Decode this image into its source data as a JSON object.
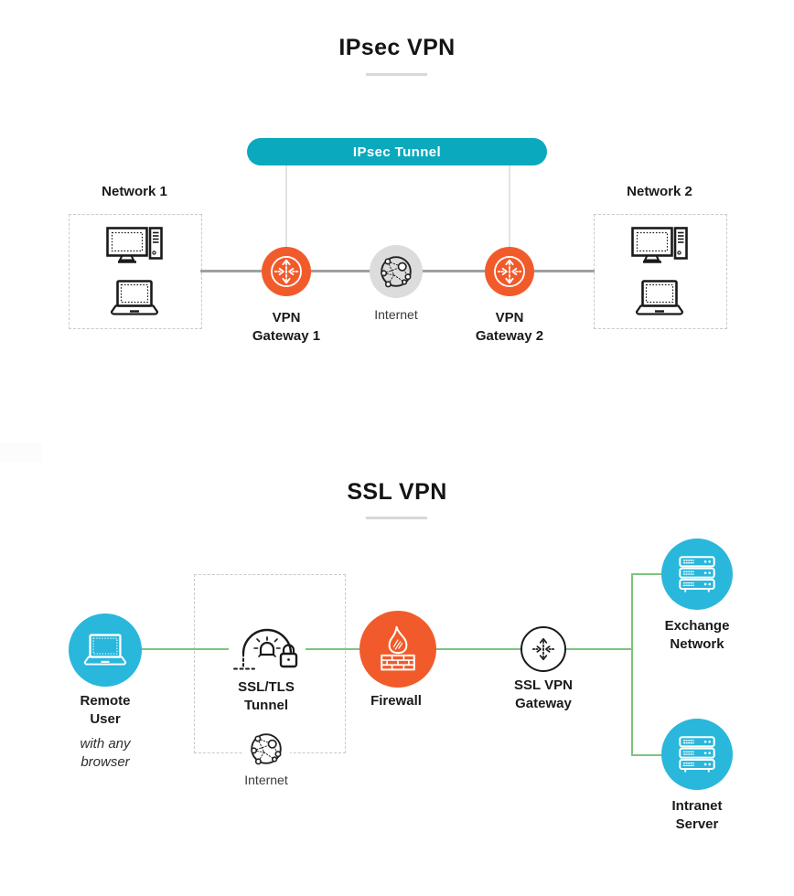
{
  "diagram": {
    "ipsec": {
      "title": "IPsec VPN",
      "tunnel": "IPsec Tunnel",
      "network1": "Network 1",
      "network2": "Network 2",
      "gateway1": "VPN Gateway 1",
      "gateway2": "VPN Gateway 2",
      "internet": "Internet"
    },
    "ssl": {
      "title": "SSL VPN",
      "remote_user": "Remote User",
      "remote_user_note": "with any browser",
      "tunnel": "SSL/TLS Tunnel",
      "internet": "Internet",
      "firewall": "Firewall",
      "gateway": "SSL VPN Gateway",
      "exchange": "Exchange Network",
      "intranet": "Intranet Server"
    },
    "colors": {
      "tunnel_pill_teal": "#0aa9bd",
      "node_cyan": "#29b7dc",
      "node_orange": "#f15b2b",
      "node_gray": "#dcdcdc",
      "line_green": "#7cc47f",
      "line_gray": "#a0a0a0"
    }
  }
}
